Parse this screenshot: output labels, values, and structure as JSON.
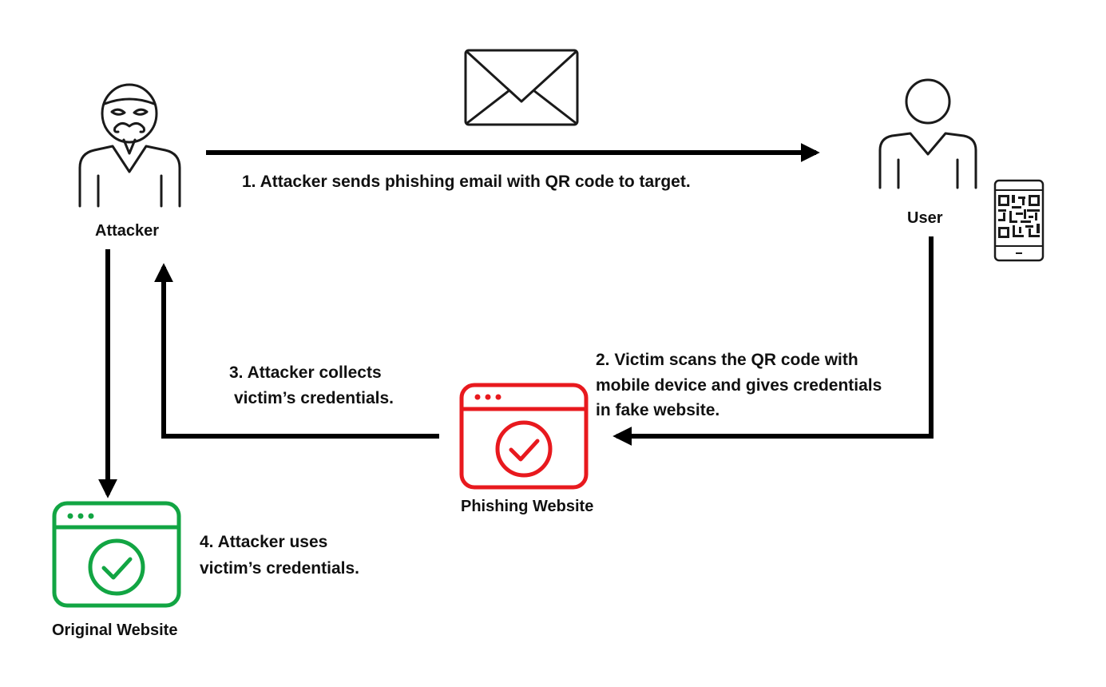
{
  "colors": {
    "stroke": "#1a1a1a",
    "arrow": "#000000",
    "phishing": "#e8191e",
    "original": "#12a543",
    "text": "#111111"
  },
  "actors": {
    "attacker": {
      "label": "Attacker",
      "icon": "masked-hacker-icon"
    },
    "user": {
      "label": "User",
      "icon": "person-icon"
    }
  },
  "devices": {
    "phone": {
      "icon": "smartphone-qr-code-icon"
    },
    "email": {
      "icon": "envelope-icon"
    }
  },
  "websites": {
    "phishing": {
      "label": "Phishing Website",
      "icon": "browser-window-check-icon"
    },
    "original": {
      "label": "Original Website",
      "icon": "browser-window-check-icon"
    }
  },
  "steps": {
    "step1": {
      "text": "1. Attacker sends phishing email with QR code to target."
    },
    "step2": {
      "line1": "2. Victim scans the QR code with",
      "line2": "mobile device and gives credentials",
      "line3": "in fake website."
    },
    "step3": {
      "line1": "3. Attacker collects",
      "line2": "victim’s credentials."
    },
    "step4": {
      "line1": "4. Attacker uses",
      "line2": "victim’s credentials."
    }
  }
}
